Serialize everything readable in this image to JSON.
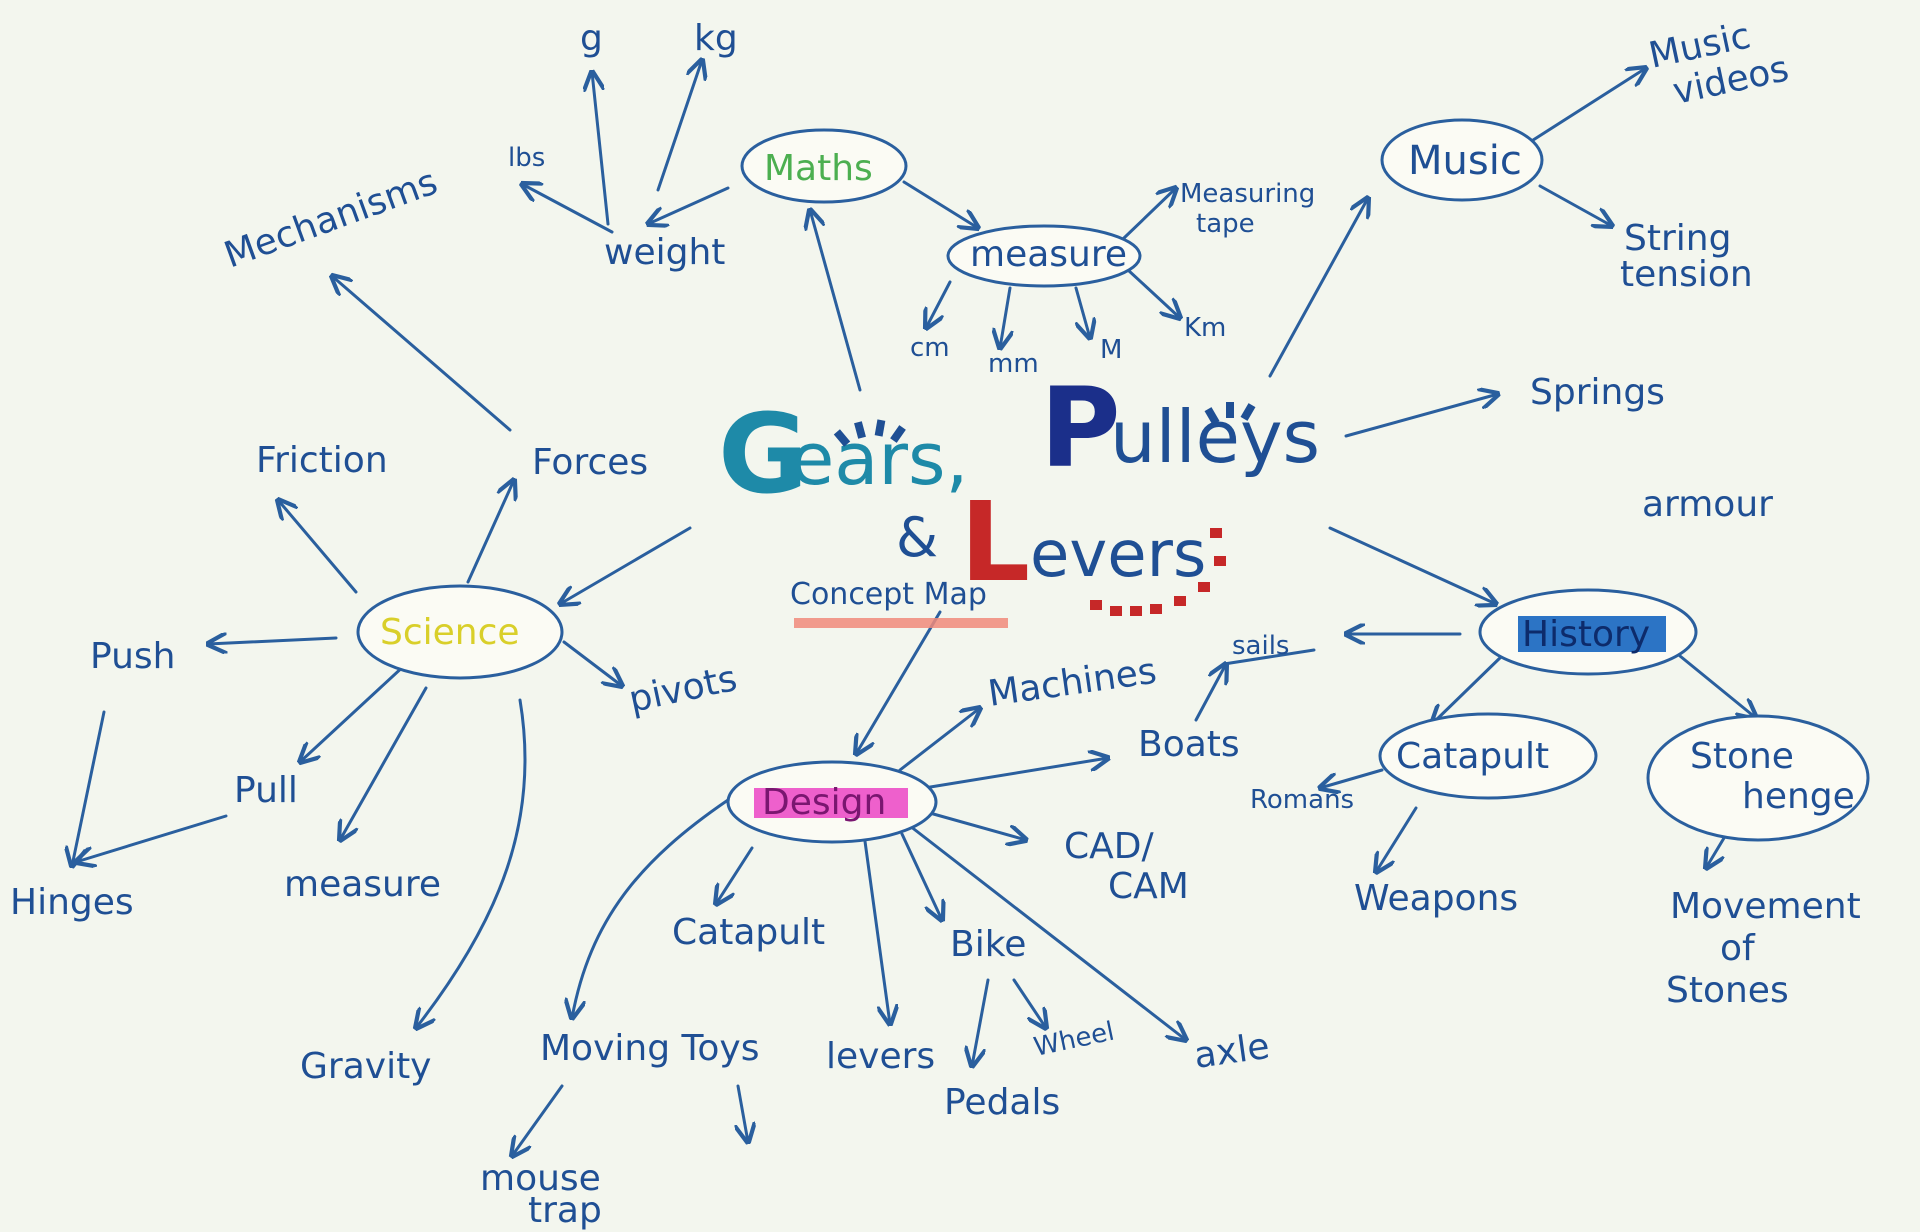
{
  "title": {
    "word1_first": "G",
    "word1_rest": "ears,",
    "word2_first": "P",
    "word2_rest": "ulleys",
    "amp": "&",
    "word3_first": "L",
    "word3_rest": "evers",
    "subtitle": "Concept Map"
  },
  "hubs": {
    "maths": "Maths",
    "music": "Music",
    "science": "Science",
    "history": "History",
    "design": "Design",
    "measure": "measure",
    "catapult": "Catapult",
    "stonehenge_1": "Stone",
    "stonehenge_2": "henge"
  },
  "labels": {
    "g": "g",
    "kg": "kg",
    "lbs": "lbs",
    "weight": "weight",
    "mechanisms": "Mechanisms",
    "measuring_tape_1": "Measuring",
    "measuring_tape_2": "tape",
    "cm": "cm",
    "mm": "mm",
    "m": "M",
    "km": "Km",
    "music_videos_1": "Music",
    "music_videos_2": "videos",
    "string_tension_1": "String",
    "string_tension_2": "tension",
    "springs": "Springs",
    "friction": "Friction",
    "forces": "Forces",
    "armour": "armour",
    "push": "Push",
    "pivots": "pivots",
    "sails": "sails",
    "machines": "Machines",
    "boats": "Boats",
    "pull": "Pull",
    "hinges": "Hinges",
    "science_measure": "measure",
    "romans": "Romans",
    "cad_cam_1": "CAD/",
    "cad_cam_2": "CAM",
    "weapons": "Weapons",
    "movement_of_stones_1": "Movement",
    "movement_of_stones_2": "of",
    "movement_of_stones_3": "Stones",
    "design_catapult": "Catapult",
    "bike": "Bike",
    "gravity": "Gravity",
    "moving_toys": "Moving Toys",
    "levers": "levers",
    "wheel": "Wheel",
    "axle": "axle",
    "pedals": "Pedals",
    "mouse_trap_1": "mouse",
    "mouse_trap_2": "trap"
  },
  "colors": {
    "ink": "#1f4f94",
    "paper": "#f3f6ee",
    "gears_teal": "#1e8aa8",
    "pulleys_navy": "#1b2f8a",
    "levers_red": "#c62828",
    "maths_green": "#4caf50",
    "science_yellow": "#e6e040",
    "history_blue": "#1565c0",
    "design_pink": "#ec4fc8",
    "concept_map_underline": "#f08a7a"
  }
}
